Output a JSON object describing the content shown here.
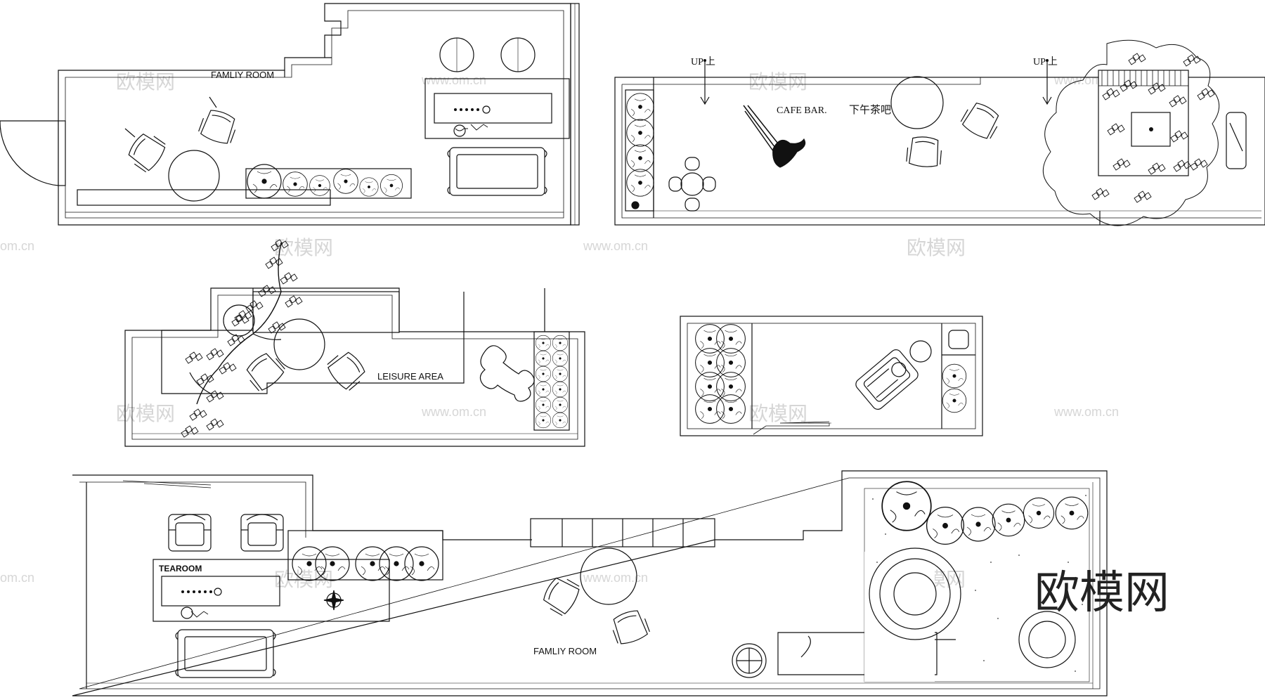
{
  "labels": {
    "famliy_room_top": "FAMLIY ROOM",
    "cafe_bar": "CAFE BAR.",
    "cafe_bar_cn": "下午茶吧",
    "up_1": "UP 上",
    "up_2": "UP 上",
    "leisure_area": "LEISURE AREA",
    "tearoom": "TEAROOM",
    "famliy_room_bottom": "FAMLIY ROOM"
  },
  "watermark": {
    "text_cn": "欧模网",
    "url": "www.om.cn",
    "url_short": "om.cn"
  },
  "brand": {
    "logo_text": "欧模网"
  }
}
